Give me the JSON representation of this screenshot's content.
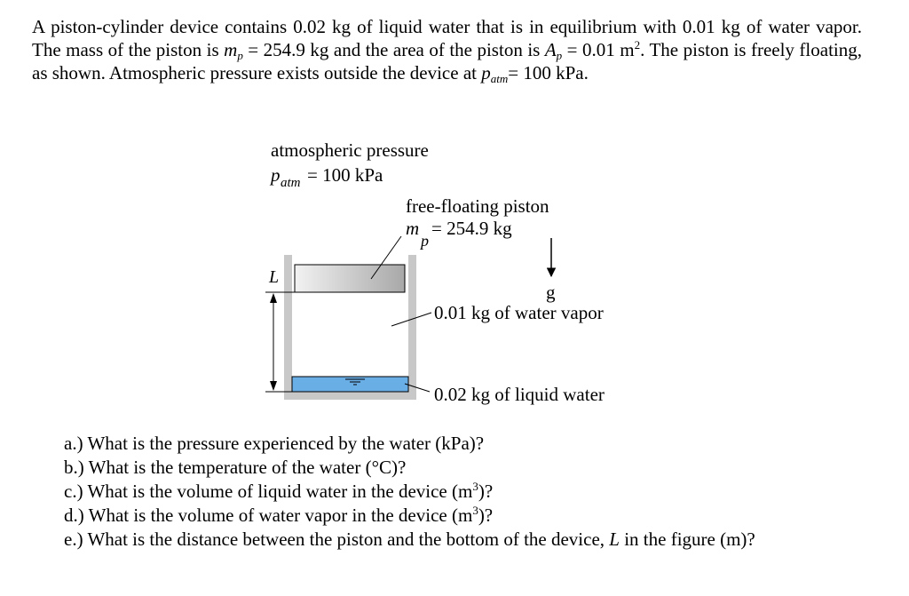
{
  "problem": {
    "seg1": "A piston-cylinder device contains 0.02 kg of liquid water that is in equilibrium with 0.01 kg of water vapor. The mass of the piston is ",
    "mp_sym": "m",
    "mp_sub": "p",
    "seg2": " = 254.9 kg and the area of the piston is ",
    "ap_sym": "A",
    "ap_sub": "p",
    "seg3": " = 0.01 m",
    "seg3_sup": "2",
    "seg4": ". The piston is freely floating, as shown. Atmospheric pressure exists outside the device at ",
    "patm_sym": "p",
    "patm_sub": "atm",
    "seg5": "= 100 kPa."
  },
  "figure": {
    "atm_label": "atmospheric pressure",
    "patm_sym": "p",
    "patm_sub": "atm",
    "patm_value": " = 100 kPa",
    "piston_label": "free-floating piston",
    "mp_sym": "m",
    "mp_sub": "p",
    "mp_value": " = 254.9 kg",
    "gravity_label": "g",
    "vapor_label": "0.01 kg of water vapor",
    "liquid_label": "0.02 kg of liquid water",
    "L_label": "L",
    "colors": {
      "cylinder_wall": "#c8c8c8",
      "piston_light": "#f2f2f2",
      "piston_dark": "#a8a8a8",
      "liquid_water": "#6aaee6"
    }
  },
  "questions": [
    {
      "letter": "a.)",
      "text": "What is the pressure experienced by the water (kPa)?"
    },
    {
      "letter": "b.)",
      "text": "What is the temperature of the water (°C)?"
    },
    {
      "letter": "c.)",
      "pre": "What is the volume of liquid water in the device (m",
      "sup": "3",
      "post": ")?"
    },
    {
      "letter": "d.)",
      "pre": "What is the volume of water vapor in the device (m",
      "sup": "3",
      "post": ")?"
    },
    {
      "letter": "e.)",
      "pre": "What is the distance between the piston and the bottom of the device, ",
      "em": "L",
      "post": " in the figure (m)?"
    }
  ]
}
